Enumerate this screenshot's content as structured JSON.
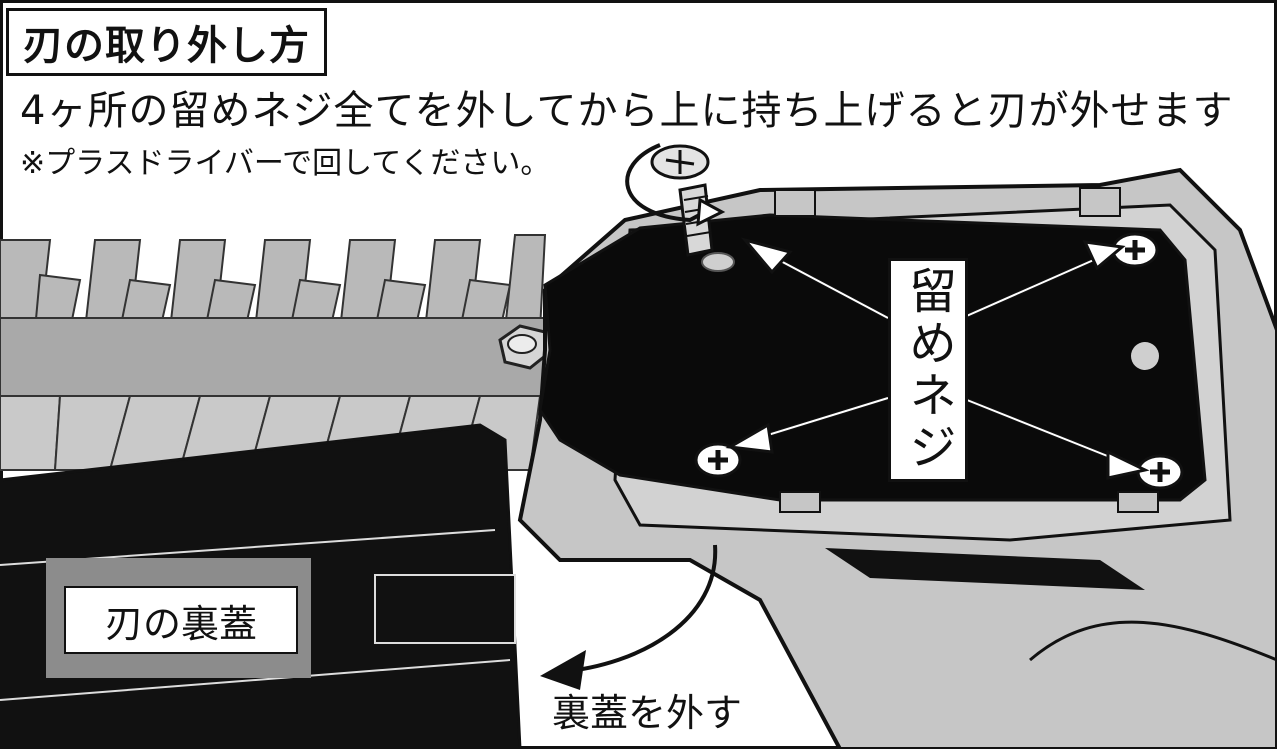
{
  "title": "刃の取り外し方",
  "instruction": "4ヶ所の留めネジ全てを外してから上に持ち上げると刃が外せます",
  "note": "※プラスドライバーで回してください。",
  "labels": {
    "screws": "留めネジ",
    "back_cover": "刃の裏蓋",
    "remove_cover": "裏蓋を外す"
  },
  "colors": {
    "body_gray": "#c4c4c4",
    "plate_black": "#0a0a0a",
    "blade_gray": "#9a9a9a",
    "outline": "#111111"
  }
}
